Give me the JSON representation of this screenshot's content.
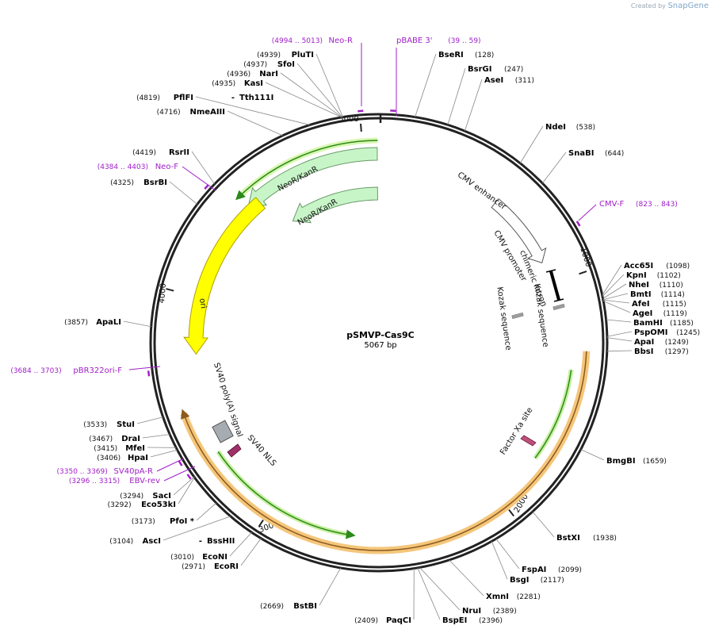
{
  "branding": {
    "created_by": "Created by",
    "app_name": "SnapGene"
  },
  "plasmid": {
    "name": "pSMVP-Cas9C",
    "length_label": "5067 bp",
    "length": 5067
  },
  "ticks": [
    {
      "bp": 1000,
      "label": "1000"
    },
    {
      "bp": 2000,
      "label": "2000"
    },
    {
      "bp": 3000,
      "label": "3000"
    },
    {
      "bp": 4000,
      "label": "4000"
    },
    {
      "bp": 5000,
      "label": "5000"
    }
  ],
  "sites": [
    {
      "name": "BseRI",
      "pos": "(128)",
      "bp": 128,
      "side": "right"
    },
    {
      "name": "BsrGI",
      "pos": "(247)",
      "bp": 247,
      "side": "right"
    },
    {
      "name": "AseI",
      "pos": "(311)",
      "bp": 311,
      "side": "right"
    },
    {
      "name": "NdeI",
      "pos": "(538)",
      "bp": 538,
      "side": "right"
    },
    {
      "name": "SnaBI",
      "pos": "(644)",
      "bp": 644,
      "side": "right"
    },
    {
      "name": "Acc65I",
      "pos": "(1098)",
      "bp": 1098,
      "side": "right"
    },
    {
      "name": "KpnI",
      "pos": "(1102)",
      "bp": 1102,
      "side": "right"
    },
    {
      "name": "NheI",
      "pos": "(1110)",
      "bp": 1110,
      "side": "right"
    },
    {
      "name": "BmtI",
      "pos": "(1114)",
      "bp": 1114,
      "side": "right"
    },
    {
      "name": "AfeI",
      "pos": "(1115)",
      "bp": 1115,
      "side": "right"
    },
    {
      "name": "AgeI",
      "pos": "(1119)",
      "bp": 1119,
      "side": "right"
    },
    {
      "name": "BamHI",
      "pos": "(1185)",
      "bp": 1185,
      "side": "right"
    },
    {
      "name": "PspOMI",
      "pos": "(1245)",
      "bp": 1245,
      "side": "right"
    },
    {
      "name": "ApaI",
      "pos": "(1249)",
      "bp": 1249,
      "side": "right"
    },
    {
      "name": "BbsI",
      "pos": "(1297)",
      "bp": 1297,
      "side": "right"
    },
    {
      "name": "BmgBI",
      "pos": "(1659)",
      "bp": 1659,
      "side": "right"
    },
    {
      "name": "BstXI",
      "pos": "(1938)",
      "bp": 1938,
      "side": "right"
    },
    {
      "name": "FspAI",
      "pos": "(2099)",
      "bp": 2099,
      "side": "right"
    },
    {
      "name": "BsgI",
      "pos": "(2117)",
      "bp": 2117,
      "side": "right"
    },
    {
      "name": "XmnI",
      "pos": "(2281)",
      "bp": 2281,
      "side": "right"
    },
    {
      "name": "NruI",
      "pos": "(2389)",
      "bp": 2389,
      "side": "right"
    },
    {
      "name": "BspEI",
      "pos": "(2396)",
      "bp": 2396,
      "side": "right"
    },
    {
      "name": "PaqCI",
      "pos": "(2409)",
      "bp": 2409,
      "side": "left"
    },
    {
      "name": "BstBI",
      "pos": "(2669)",
      "bp": 2669,
      "side": "left"
    },
    {
      "name": "EcoRI",
      "pos": "(2971)",
      "bp": 2971,
      "side": "left"
    },
    {
      "name": "EcoNI",
      "pos": "(3010)",
      "bp": 3010,
      "side": "left"
    },
    {
      "name": "AscI",
      "pos": "(3104)",
      "bp": 3104,
      "side": "left",
      "extra": "BssHII"
    },
    {
      "name": "PfoI *",
      "pos": "(3173)",
      "bp": 3173,
      "side": "left"
    },
    {
      "name": "Eco53kI",
      "pos": "(3292)",
      "bp": 3292,
      "side": "left"
    },
    {
      "name": "SacI",
      "pos": "(3294)",
      "bp": 3294,
      "side": "left"
    },
    {
      "name": "HpaI",
      "pos": "(3406)",
      "bp": 3406,
      "side": "left"
    },
    {
      "name": "MfeI",
      "pos": "(3415)",
      "bp": 3415,
      "side": "left"
    },
    {
      "name": "DraI",
      "pos": "(3467)",
      "bp": 3467,
      "side": "left"
    },
    {
      "name": "StuI",
      "pos": "(3533)",
      "bp": 3533,
      "side": "left"
    },
    {
      "name": "ApaLI",
      "pos": "(3857)",
      "bp": 3857,
      "side": "left"
    },
    {
      "name": "BsrBI",
      "pos": "(4325)",
      "bp": 4325,
      "side": "left"
    },
    {
      "name": "RsrII",
      "pos": "(4419)",
      "bp": 4419,
      "side": "left"
    },
    {
      "name": "NmeAIII",
      "pos": "(4716)",
      "bp": 4716,
      "side": "left"
    },
    {
      "name": "PflFI",
      "pos": "(4819)",
      "bp": 4819,
      "side": "left",
      "extra": "Tth111I"
    },
    {
      "name": "KasI",
      "pos": "(4935)",
      "bp": 4935,
      "side": "left"
    },
    {
      "name": "NarI",
      "pos": "(4936)",
      "bp": 4936,
      "side": "left"
    },
    {
      "name": "SfoI",
      "pos": "(4937)",
      "bp": 4937,
      "side": "left"
    },
    {
      "name": "PluTI",
      "pos": "(4939)",
      "bp": 4939,
      "side": "left"
    }
  ],
  "primers": [
    {
      "name": "Neo-R",
      "pos": "(4994 .. 5013)",
      "bp": 5003
    },
    {
      "name": "pBABE 3'",
      "pos": "(39 .. 59)",
      "bp": 49
    },
    {
      "name": "CMV-F",
      "pos": "(823 .. 843)",
      "bp": 833
    },
    {
      "name": "Neo-F",
      "pos": "(4384 .. 4403)",
      "bp": 4393
    },
    {
      "name": "pBR322ori-F",
      "pos": "(3684 .. 3703)",
      "bp": 3693
    },
    {
      "name": "SV40pA-R",
      "pos": "(3350 .. 3369)",
      "bp": 3360
    },
    {
      "name": "EBV-rev",
      "pos": "(3296 .. 3315)",
      "bp": 3305
    }
  ],
  "features": [
    {
      "name": "CMV enhancer",
      "color": "#ffffff"
    },
    {
      "name": "CMV promoter",
      "color": "#ffffff"
    },
    {
      "name": "chimeric intron",
      "color": "#000000"
    },
    {
      "name": "Kozak sequence",
      "color": "#9e9e9e"
    },
    {
      "name": "Kozak sequence",
      "color": "#9e9e9e"
    },
    {
      "name": "Factor Xa site",
      "color": "#c0507a"
    },
    {
      "name": "SV40 NLS",
      "color": "#a0306a"
    },
    {
      "name": "SV40 poly(A) signal",
      "color": "#a6acb2"
    },
    {
      "name": "ori",
      "color": "#ffff00"
    },
    {
      "name": "NeoR/KanR",
      "color": "#c8f5c8"
    },
    {
      "name": "NeoR/KanR",
      "color": "#c8f5c8"
    }
  ],
  "colors": {
    "backbone": "#222222",
    "primer": "#a020c8",
    "orf_outline": "#f0b860",
    "orf_green": "#2b8a1a"
  }
}
